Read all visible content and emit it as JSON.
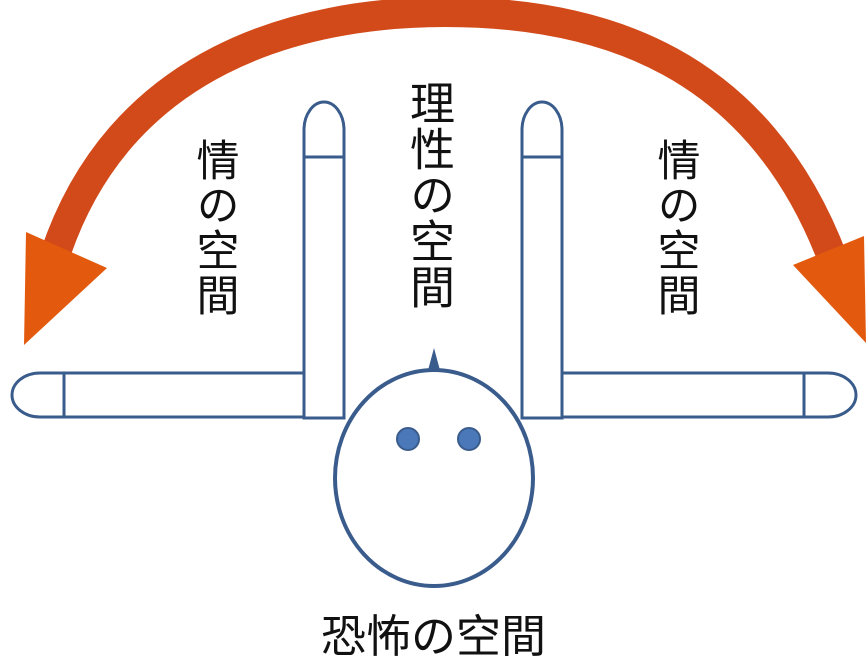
{
  "labels": {
    "left_space": "情の空間",
    "center_space": "理性の空間",
    "right_space": "情の空間",
    "bottom_space": "恐怖の空間"
  },
  "colors": {
    "arrow": "#d24a1a",
    "arrow_head": "#e35a0e",
    "outline": "#3a5c8c",
    "eye": "#4a78b8",
    "text": "#111111",
    "background": "#ffffff"
  }
}
